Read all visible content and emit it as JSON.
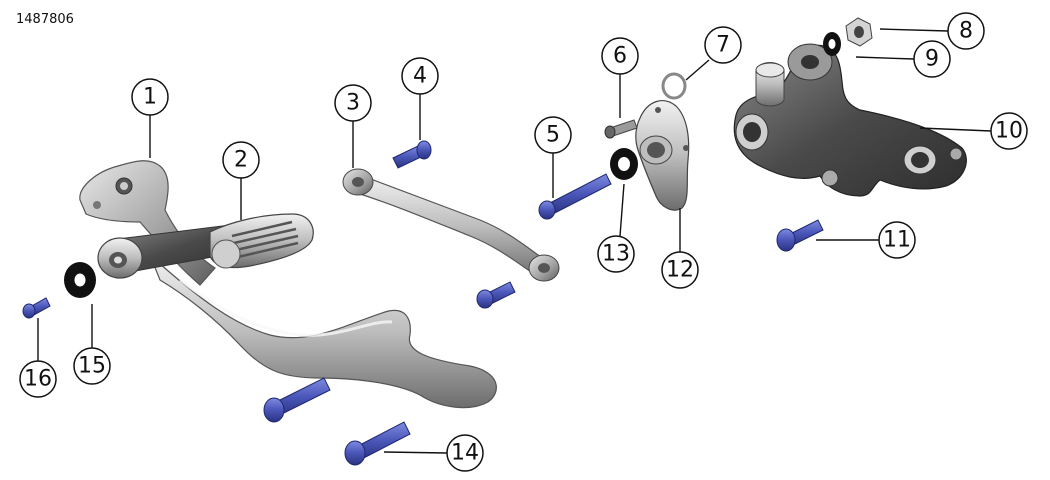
{
  "diagram_id": "1487806",
  "callouts": [
    "1",
    "2",
    "3",
    "4",
    "5",
    "6",
    "7",
    "8",
    "9",
    "10",
    "11",
    "12",
    "13",
    "14",
    "15",
    "16"
  ],
  "colors": {
    "bolt": "#4a56b8",
    "metal_light": "#d8d8d8",
    "metal_mid": "#a9a9a9",
    "metal_dark": "#555555",
    "washer": "#111111",
    "line": "#111111"
  }
}
